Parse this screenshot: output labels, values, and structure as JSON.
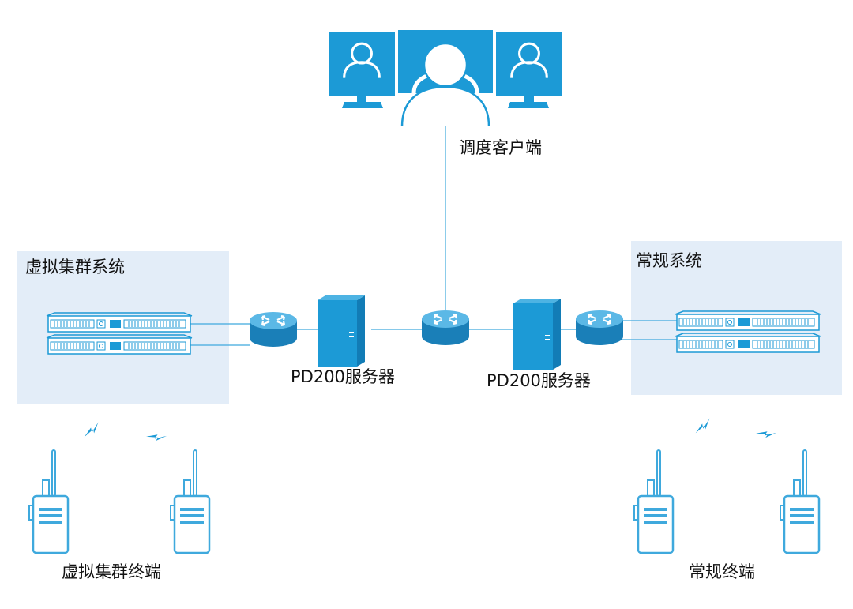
{
  "labels": {
    "dispatch_client": "调度客户端",
    "virtual_trunk_system": "虚拟集群系统",
    "conventional_system": "常规系统",
    "server_left": "PD200服务器",
    "server_right": "PD200服务器",
    "virtual_trunk_terminals": "虚拟集群终端",
    "conventional_terminals": "常规终端"
  },
  "colors": {
    "accent": "#1c9ad6",
    "router_top": "#5bb8e6",
    "router_side": "#1a7fb8",
    "system_panel": "#e3edf8",
    "line": "#3fa9dd",
    "radio_outline": "#3fa9dd"
  },
  "icons": {
    "monitor": "person-monitor-icon",
    "router": "router-icon",
    "server": "server-tower-icon",
    "rack": "rack-device-icon",
    "radio": "walkie-talkie-icon",
    "signal": "lightning-signal-icon"
  }
}
